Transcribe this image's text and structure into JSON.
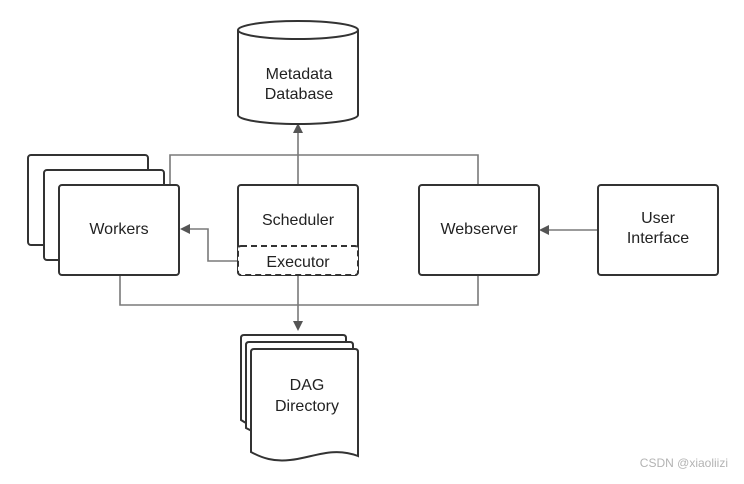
{
  "nodes": {
    "metadata_database": {
      "line1": "Metadata",
      "line2": "Database"
    },
    "workers": {
      "label": "Workers"
    },
    "scheduler": {
      "label": "Scheduler"
    },
    "executor": {
      "label": "Executor"
    },
    "webserver": {
      "label": "Webserver"
    },
    "user_interface": {
      "line1": "User",
      "line2": "Interface"
    },
    "dag_directory": {
      "line1": "DAG",
      "line2": "Directory"
    }
  },
  "watermark": "CSDN @xiaoliizi",
  "colors": {
    "stroke": "#333333",
    "connector": "#7a7a7a",
    "text": "#222222",
    "watermark": "#b3b3b3"
  }
}
